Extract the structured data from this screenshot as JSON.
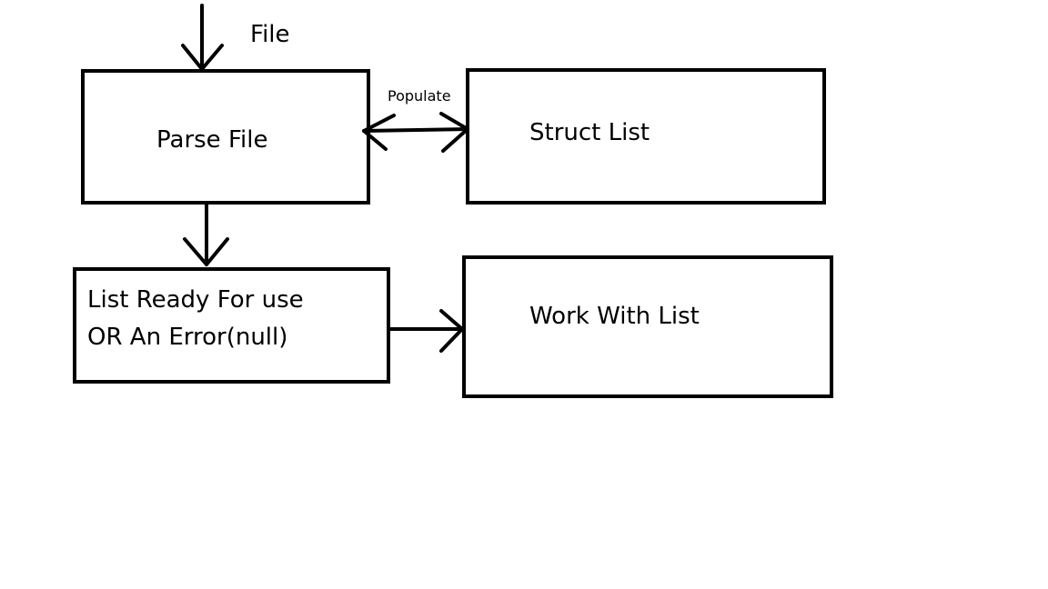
{
  "diagram": {
    "input_label": "File",
    "parse_box": {
      "label": "Parse File"
    },
    "struct_box": {
      "label": "Struct List"
    },
    "ready_box": {
      "line1": "List Ready For use",
      "line2": "OR An Error(null)"
    },
    "work_box": {
      "label": "Work With List"
    },
    "populate_label": "Populate"
  }
}
